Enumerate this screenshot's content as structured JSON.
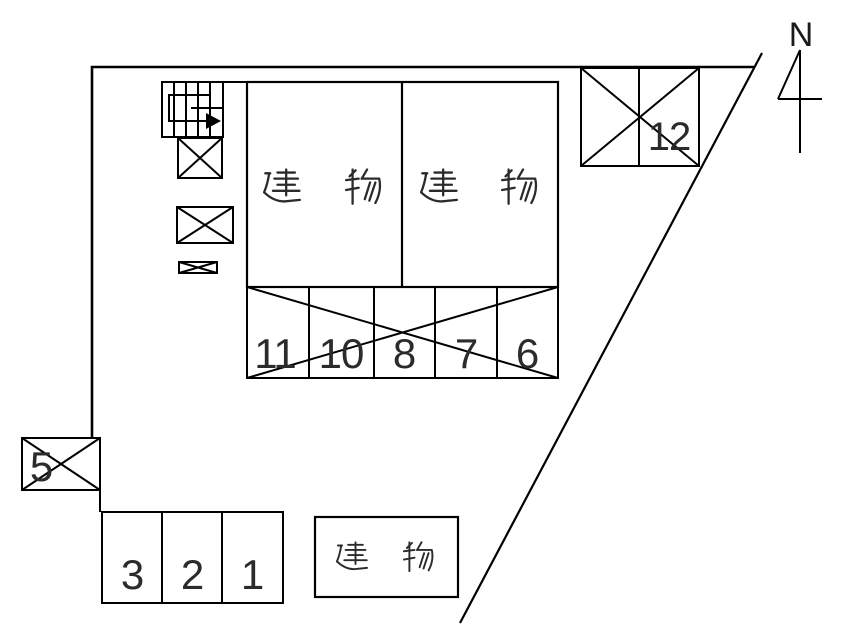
{
  "north_indicator": "N",
  "buildings": [
    {
      "label": "建　物",
      "location": "upper-left"
    },
    {
      "label": "建　物",
      "location": "upper-right"
    },
    {
      "label": "建　物",
      "location": "bottom"
    }
  ],
  "parking": {
    "row_main": {
      "numbers": [
        "11",
        "10",
        "8",
        "7",
        "6"
      ],
      "crossed_out": true
    },
    "space_12": {
      "number": "12",
      "crossed_out": true
    },
    "space_5": {
      "number": "5",
      "crossed_out": true
    },
    "row_bottom": {
      "numbers": [
        "3",
        "2",
        "1"
      ],
      "crossed_out": false
    }
  },
  "symbols": {
    "stairs": "staircase-with-direction-arrow",
    "crossed_rectangles": 3
  },
  "colors": {
    "background": "#ffffff",
    "line": "#000000",
    "text": "#2b2b2b"
  }
}
